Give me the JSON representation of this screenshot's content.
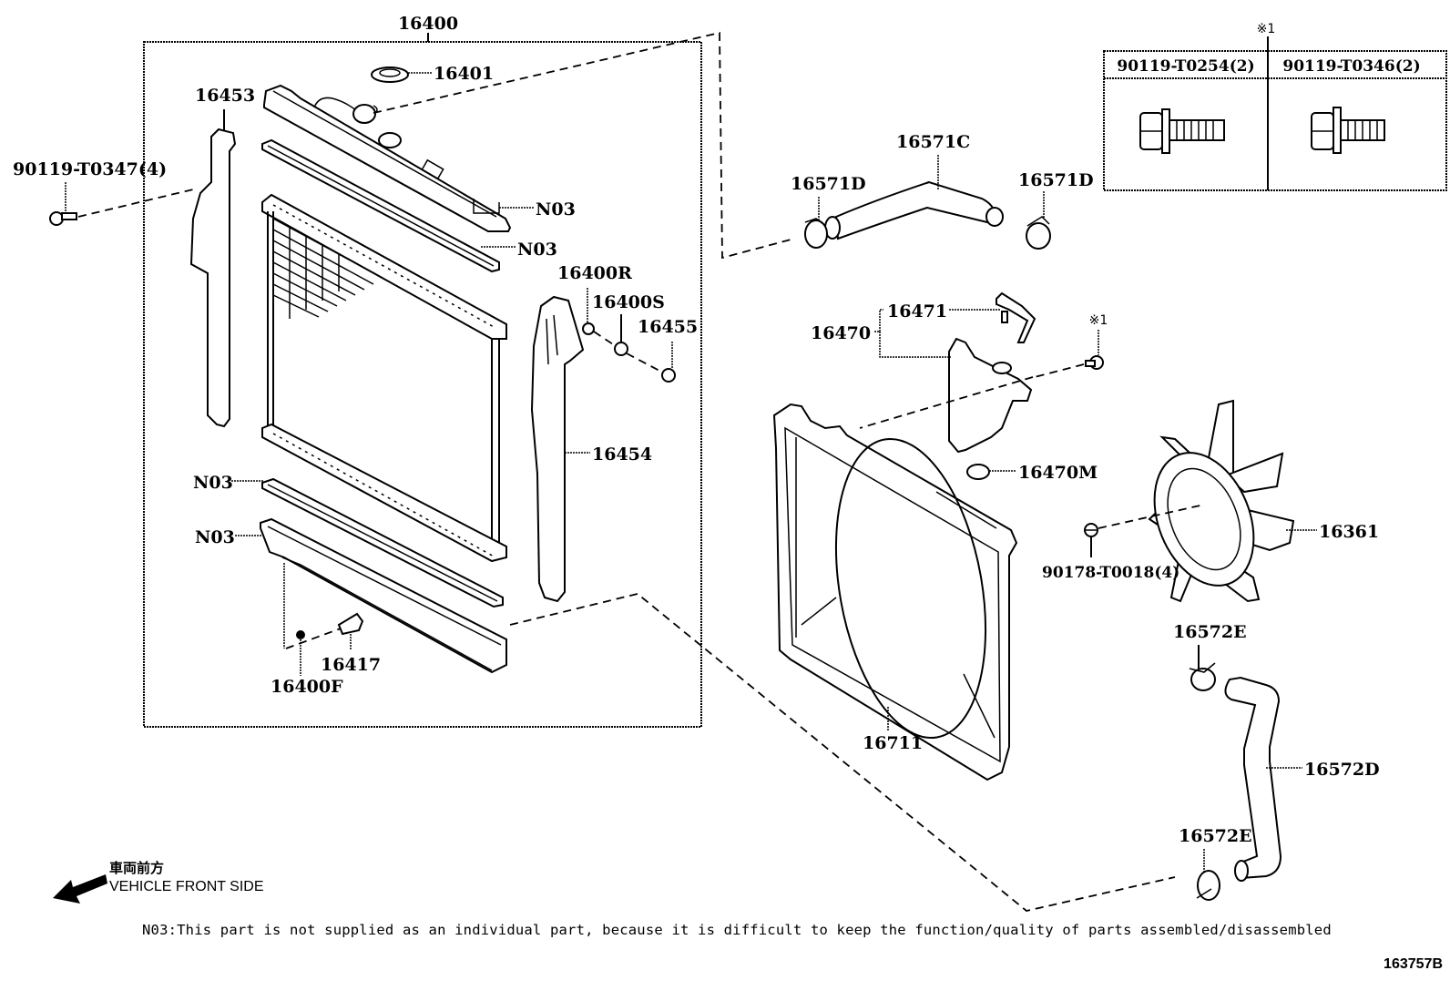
{
  "diagram": {
    "title_part": "16400",
    "parts": {
      "p16401": "16401",
      "p16453": "16453",
      "p90119_T0347": "90119-T0347(4)",
      "n03_upper_tank": "N03",
      "n03_upper_gasket": "N03",
      "n03_lower_gasket": "N03",
      "n03_lower_tank": "N03",
      "p16400R": "16400R",
      "p16400S": "16400S",
      "p16455": "16455",
      "p16454": "16454",
      "p16417": "16417",
      "p16400F": "16400F",
      "p16571D_left": "16571D",
      "p16571C": "16571C",
      "p16571D_right": "16571D",
      "p16470": "16470",
      "p16471": "16471",
      "p16470M": "16470M",
      "p16711": "16711",
      "p16361": "16361",
      "p90178_T0018": "90178-T0018(4)",
      "p16572E_top": "16572E",
      "p16572D": "16572D",
      "p16572E_bottom": "16572E"
    },
    "reference_mark": "※1",
    "bolt_table": {
      "mark": "※1",
      "columns": [
        "90119-T0254(2)",
        "90119-T0346(2)"
      ]
    },
    "icons": {
      "front_arrow": "arrow-left-down-icon"
    }
  },
  "direction": {
    "japanese": "車両前方",
    "english": "VEHICLE FRONT SIDE"
  },
  "footnote": "N03:This part is not supplied as an individual part, because it is difficult to keep the function/quality of parts assembled/disassembled",
  "illustration_id": "163757B"
}
